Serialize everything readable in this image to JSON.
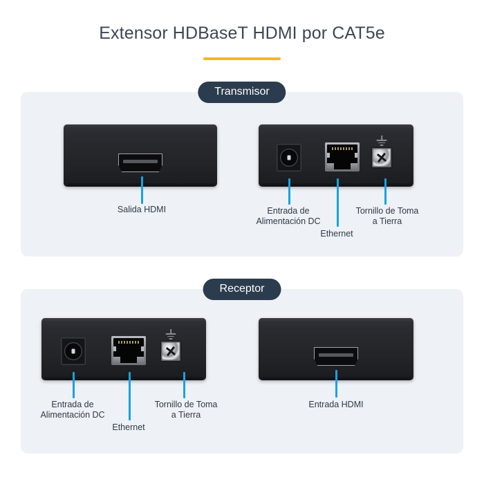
{
  "header": {
    "title": "Extensor HDBaseT HDMI por CAT5e",
    "accent_color": "#f5b722",
    "title_color": "#3c4654"
  },
  "theme": {
    "card_background": "#eef1f5",
    "page_background": "#ffffff",
    "badge_background": "#2b3c4e",
    "badge_text_color": "#ffffff",
    "leader_line_color": "#17a3e0",
    "label_color": "#2f3947",
    "device_body_color": "#2a2b30"
  },
  "sections": [
    {
      "id": "transmitter",
      "badge_label": "Transmisor",
      "devices": [
        {
          "id": "tx-front",
          "view": "front-panel",
          "ports": [
            {
              "type": "hdmi-port",
              "label": "Salida HDMI"
            }
          ]
        },
        {
          "id": "tx-rear",
          "view": "rear-panel",
          "ports": [
            {
              "type": "dc-power-jack",
              "label": "Entrada de\nAlimentación DC"
            },
            {
              "type": "ethernet-rj45-port",
              "label": "Ethernet"
            },
            {
              "type": "grounding-screw",
              "label": "Tornillo de Toma\na Tierra"
            }
          ]
        }
      ]
    },
    {
      "id": "receiver",
      "badge_label": "Receptor",
      "devices": [
        {
          "id": "rx-rear",
          "view": "rear-panel",
          "ports": [
            {
              "type": "dc-power-jack",
              "label": "Entrada de\nAlimentación DC"
            },
            {
              "type": "ethernet-rj45-port",
              "label": "Ethernet"
            },
            {
              "type": "grounding-screw",
              "label": "Tornillo de Toma\na Tierra"
            }
          ]
        },
        {
          "id": "rx-front",
          "view": "front-panel",
          "ports": [
            {
              "type": "hdmi-port",
              "label": "Entrada HDMI"
            }
          ]
        }
      ]
    }
  ]
}
